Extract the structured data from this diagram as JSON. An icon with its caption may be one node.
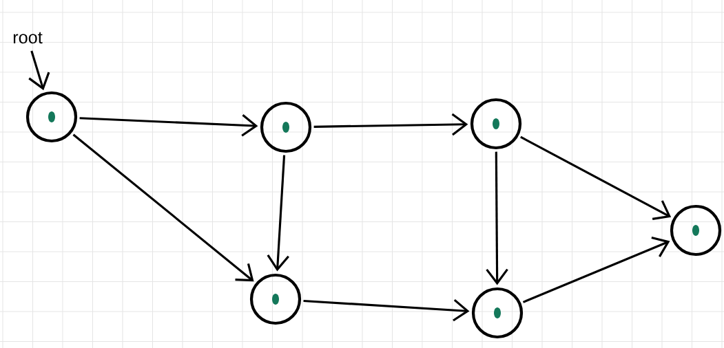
{
  "diagram": {
    "nodes": [
      {
        "text": [
          "root"
        ]
      },
      {
        "text": [],
        "shape": "circle"
      },
      {
        "text": [],
        "shape": "circle"
      },
      {
        "text": [],
        "shape": "circle"
      },
      {
        "text": [],
        "shape": "circle"
      },
      {
        "text": [],
        "shape": "circle"
      },
      {
        "text": [],
        "shape": "circle"
      }
    ],
    "edges": [
      {
        "from": 0,
        "to": 1,
        "arrow": "to"
      },
      {
        "from": 1,
        "to": 2,
        "arrow": "to"
      },
      {
        "from": 1,
        "to": 4,
        "arrow": "to"
      },
      {
        "from": 2,
        "to": 3,
        "arrow": "to"
      },
      {
        "from": 2,
        "to": 4,
        "arrow": "to"
      },
      {
        "from": 3,
        "to": 5,
        "arrow": "to"
      },
      {
        "from": 3,
        "to": 6,
        "arrow": "to"
      },
      {
        "from": 4,
        "to": 5,
        "arrow": "to"
      },
      {
        "from": 5,
        "to": 6,
        "arrow": "to"
      }
    ]
  }
}
